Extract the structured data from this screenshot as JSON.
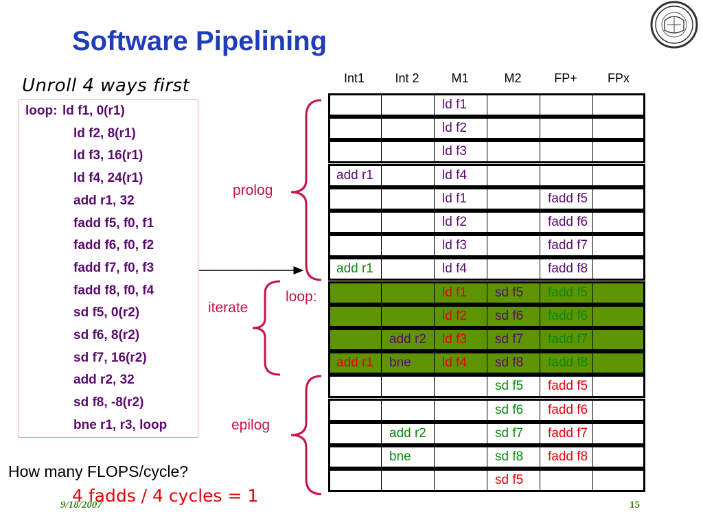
{
  "title": "Software Pipelining",
  "subtitle": "Unroll 4 ways first",
  "code": [
    {
      "label": "loop:",
      "text": "ld f1, 0(r1)"
    },
    {
      "label": "",
      "text": "ld f2, 8(r1)"
    },
    {
      "label": "",
      "text": "ld f3, 16(r1)"
    },
    {
      "label": "",
      "text": "ld f4, 24(r1)"
    },
    {
      "label": "",
      "text": "add r1, 32"
    },
    {
      "label": "",
      "text": "fadd f5, f0, f1"
    },
    {
      "label": "",
      "text": "fadd f6, f0, f2"
    },
    {
      "label": "",
      "text": "fadd f7, f0, f3"
    },
    {
      "label": "",
      "text": "fadd f8, f0, f4"
    },
    {
      "label": "",
      "text": "sd f5, 0(r2)"
    },
    {
      "label": "",
      "text": "sd f6, 8(r2)"
    },
    {
      "label": "",
      "text": "sd f7, 16(r2)"
    },
    {
      "label": "",
      "text": "add r2, 32"
    },
    {
      "label": "",
      "text": "sd f8, -8(r2)"
    },
    {
      "label": "",
      "text": "bne r1, r3, loop"
    }
  ],
  "columns": [
    "Int1",
    "Int 2",
    "M1",
    "M2",
    "FP+",
    "FPx"
  ],
  "schedule": [
    {
      "cells": [
        "",
        "",
        "ld f1",
        "",
        "",
        ""
      ],
      "colors": [
        "",
        "",
        "purple",
        "",
        "",
        ""
      ],
      "highlight": false
    },
    {
      "cells": [
        "",
        "",
        "ld f2",
        "",
        "",
        ""
      ],
      "colors": [
        "",
        "",
        "purple",
        "",
        "",
        ""
      ],
      "highlight": false
    },
    {
      "cells": [
        "",
        "",
        "ld f3",
        "",
        "",
        ""
      ],
      "colors": [
        "",
        "",
        "purple",
        "",
        "",
        ""
      ],
      "highlight": false
    },
    {
      "cells": [
        "add r1",
        "",
        "ld f4",
        "",
        "",
        ""
      ],
      "colors": [
        "purple",
        "",
        "purple",
        "",
        "",
        ""
      ],
      "highlight": false
    },
    {
      "cells": [
        "",
        "",
        "ld f1",
        "",
        "fadd f5",
        ""
      ],
      "colors": [
        "",
        "",
        "purple",
        "",
        "purple",
        ""
      ],
      "highlight": false
    },
    {
      "cells": [
        "",
        "",
        "ld f2",
        "",
        "fadd f6",
        ""
      ],
      "colors": [
        "",
        "",
        "purple",
        "",
        "purple",
        ""
      ],
      "highlight": false
    },
    {
      "cells": [
        "",
        "",
        "ld f3",
        "",
        "fadd f7",
        ""
      ],
      "colors": [
        "",
        "",
        "purple",
        "",
        "purple",
        ""
      ],
      "highlight": false
    },
    {
      "cells": [
        "add r1",
        "",
        "ld f4",
        "",
        "fadd f8",
        ""
      ],
      "colors": [
        "green",
        "",
        "purple",
        "",
        "purple",
        ""
      ],
      "highlight": false
    },
    {
      "cells": [
        "",
        "",
        "ld f1",
        "sd f5",
        "fadd f5",
        ""
      ],
      "colors": [
        "",
        "",
        "red",
        "purple",
        "green",
        ""
      ],
      "highlight": true
    },
    {
      "cells": [
        "",
        "",
        "ld f2",
        "sd f6",
        "fadd f6",
        ""
      ],
      "colors": [
        "",
        "",
        "red",
        "purple",
        "green",
        ""
      ],
      "highlight": true
    },
    {
      "cells": [
        "",
        "add r2",
        "ld f3",
        "sd f7",
        "fadd f7",
        ""
      ],
      "colors": [
        "",
        "purple",
        "red",
        "purple",
        "green",
        ""
      ],
      "highlight": true
    },
    {
      "cells": [
        "add r1",
        "bne",
        "ld f4",
        "sd f8",
        "fadd f8",
        ""
      ],
      "colors": [
        "red",
        "purple",
        "red",
        "purple",
        "green",
        ""
      ],
      "highlight": true
    },
    {
      "cells": [
        "",
        "",
        "",
        "sd f5",
        "fadd f5",
        ""
      ],
      "colors": [
        "",
        "",
        "",
        "green",
        "red",
        ""
      ],
      "highlight": false
    },
    {
      "cells": [
        "",
        "",
        "",
        "sd f6",
        "fadd f6",
        ""
      ],
      "colors": [
        "",
        "",
        "",
        "green",
        "red",
        ""
      ],
      "highlight": false
    },
    {
      "cells": [
        "",
        "add r2",
        "",
        "sd f7",
        "fadd f7",
        ""
      ],
      "colors": [
        "",
        "green",
        "",
        "green",
        "red",
        ""
      ],
      "highlight": false
    },
    {
      "cells": [
        "",
        "bne",
        "",
        "sd f8",
        "fadd f8",
        ""
      ],
      "colors": [
        "",
        "green",
        "",
        "green",
        "red",
        ""
      ],
      "highlight": false
    },
    {
      "cells": [
        "",
        "",
        "",
        "sd f5",
        "",
        ""
      ],
      "colors": [
        "",
        "",
        "",
        "red",
        "",
        ""
      ],
      "highlight": false
    }
  ],
  "phase_labels": {
    "prolog": "prolog",
    "iterate": "iterate",
    "loop": "loop:",
    "epilog": "epilog"
  },
  "question": "How many FLOPS/cycle?",
  "answer": "4 fadds / 4 cycles = 1",
  "footer": {
    "date": "9/18/2007",
    "page": "15"
  },
  "colors": {
    "title": "#1f3dbb",
    "highlight_row": "#5e9400",
    "purple": "#5a0a6e",
    "green": "#0a8a0a",
    "red": "#e6000a",
    "label": "#cc1144"
  },
  "logo_icon": "university-seal-icon"
}
